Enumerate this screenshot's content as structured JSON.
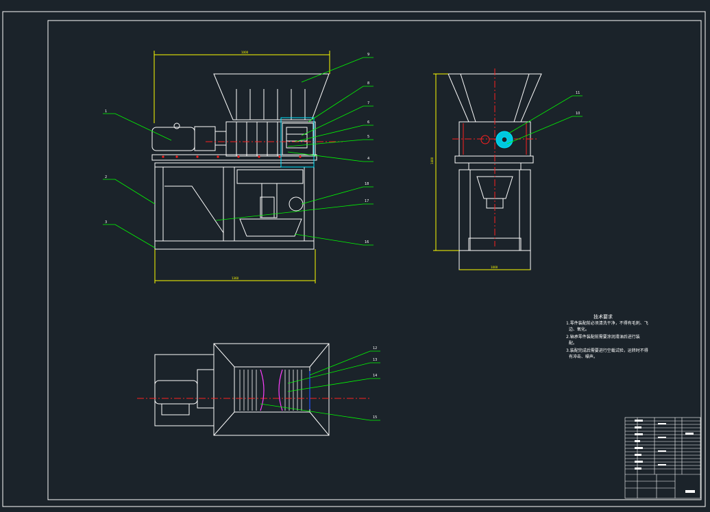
{
  "canvas": {
    "background": "#1b232a",
    "line_color": "#ffffff",
    "leader_color": "#00ff00",
    "dimension_color": "#ffff00",
    "centerline_color": "#ff2020",
    "part_color": "#ff40ff",
    "cyan_color": "#00e5ff",
    "blue_color": "#2050ff"
  },
  "balloons": [
    "1",
    "2",
    "3",
    "4",
    "5",
    "6",
    "7",
    "8",
    "9",
    "10",
    "11",
    "12",
    "13",
    "14",
    "15",
    "16",
    "17",
    "18"
  ],
  "dimensions": {
    "front_width": "1000",
    "base_width": "1360",
    "side_height": "1400",
    "side_width": "1000"
  },
  "notes": {
    "title": "技术要求",
    "lines": [
      "1.零件装配前必须清洗干净，不得有毛刺、飞",
      "  边、氧化。",
      "2.轴承零件装配前需要涂润滑油后进行装",
      "  配。",
      "3.装配完成后需要进行空载试验，运转时不得",
      "  有冲击、噪声。"
    ]
  }
}
